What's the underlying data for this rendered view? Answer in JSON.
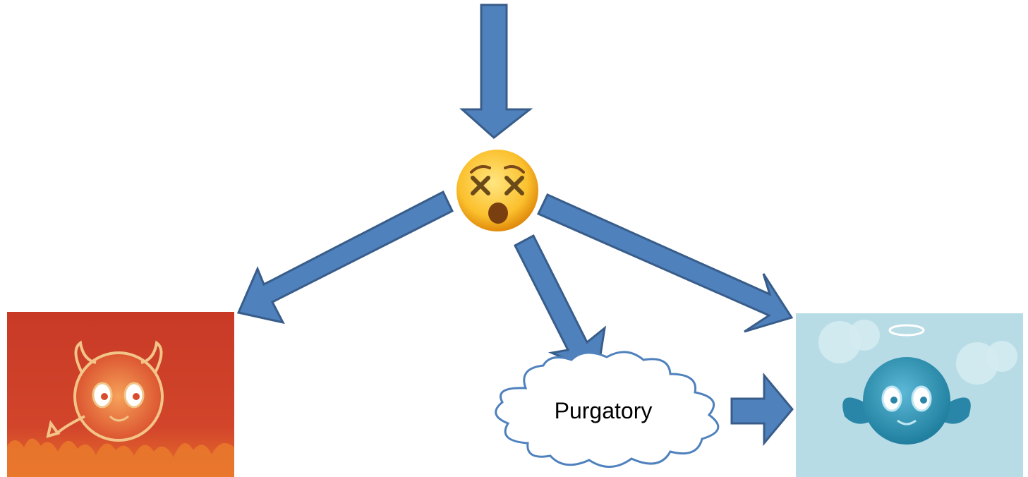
{
  "diagram": {
    "nodes": {
      "death": {
        "icon": "dizzy-face-emoji-icon"
      },
      "hell": {
        "icon": "devil-icon"
      },
      "purgatory": {
        "label": "Purgatory",
        "shape": "cloud"
      },
      "heaven": {
        "icon": "angel-icon"
      }
    },
    "edges": [
      {
        "from": "top",
        "to": "death"
      },
      {
        "from": "death",
        "to": "hell"
      },
      {
        "from": "death",
        "to": "purgatory"
      },
      {
        "from": "death",
        "to": "heaven"
      },
      {
        "from": "purgatory",
        "to": "heaven"
      }
    ]
  },
  "colors": {
    "arrow_fill": "#4f81bd",
    "arrow_stroke": "#385d8a",
    "cloud_stroke": "#4f81bd",
    "hell_background": "#d0402a",
    "heaven_background": "#b8dce6",
    "devil_outline": "#f2c488",
    "angel_body": "#2f8fb0",
    "emoji_face": "#fbc02d"
  }
}
